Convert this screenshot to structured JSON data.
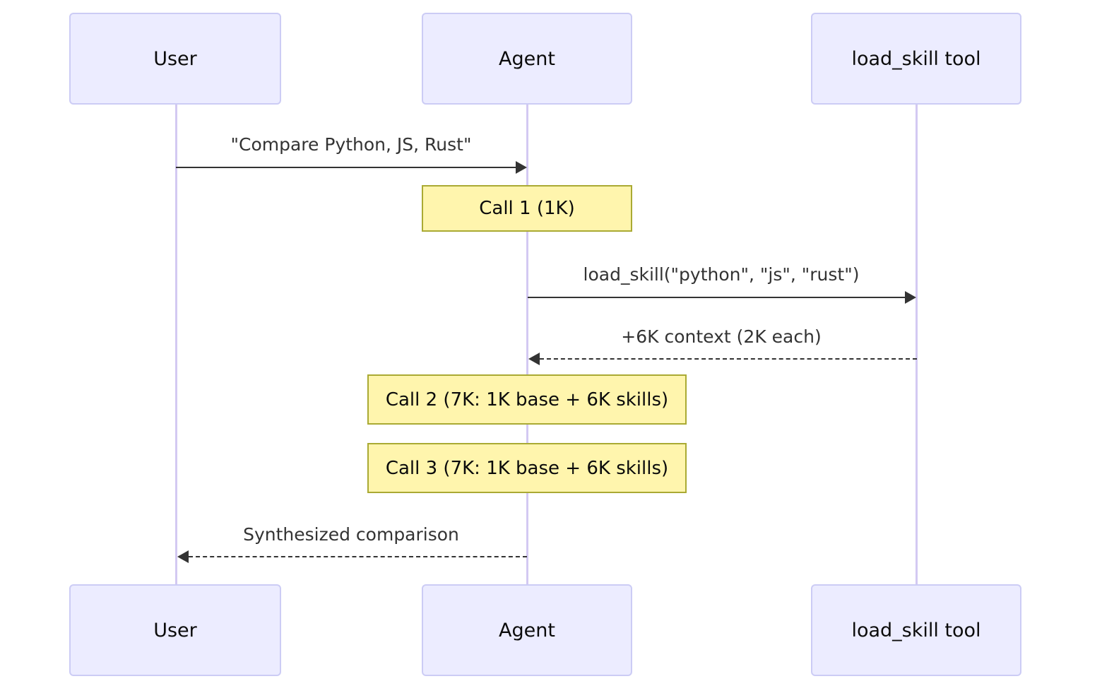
{
  "diagram": {
    "type": "sequence-diagram",
    "background_color": "#ffffff",
    "actor_fill": "#ECECFF",
    "actor_border": "#CCCCF5",
    "lifeline_color": "#D3C9F2",
    "note_fill": "#FFF5AD",
    "note_border": "#AAAA33",
    "message_color": "#333333"
  },
  "actors": [
    {
      "id": "user",
      "label": "User"
    },
    {
      "id": "agent",
      "label": "Agent"
    },
    {
      "id": "tool",
      "label": "load_skill tool"
    }
  ],
  "actors_bottom": [
    {
      "id": "user",
      "label": "User"
    },
    {
      "id": "agent",
      "label": "Agent"
    },
    {
      "id": "tool",
      "label": "load_skill tool"
    }
  ],
  "messages": [
    {
      "id": "m1",
      "label": "\"Compare Python, JS, Rust\"",
      "from": "user",
      "to": "agent",
      "style": "solid",
      "direction": "right"
    },
    {
      "id": "m2",
      "label": "load_skill(\"python\", \"js\", \"rust\")",
      "from": "agent",
      "to": "tool",
      "style": "solid",
      "direction": "right"
    },
    {
      "id": "m3",
      "label": "+6K context (2K each)",
      "from": "tool",
      "to": "agent",
      "style": "dashed",
      "direction": "left"
    },
    {
      "id": "m4",
      "label": "Synthesized comparison",
      "from": "agent",
      "to": "user",
      "style": "dashed",
      "direction": "left"
    }
  ],
  "notes": [
    {
      "id": "n1",
      "label": "Call 1 (1K)",
      "over": "agent"
    },
    {
      "id": "n2",
      "label": "Call 2 (7K: 1K base + 6K skills)",
      "over": "agent"
    },
    {
      "id": "n3",
      "label": "Call 3 (7K: 1K base + 6K skills)",
      "over": "agent"
    }
  ]
}
